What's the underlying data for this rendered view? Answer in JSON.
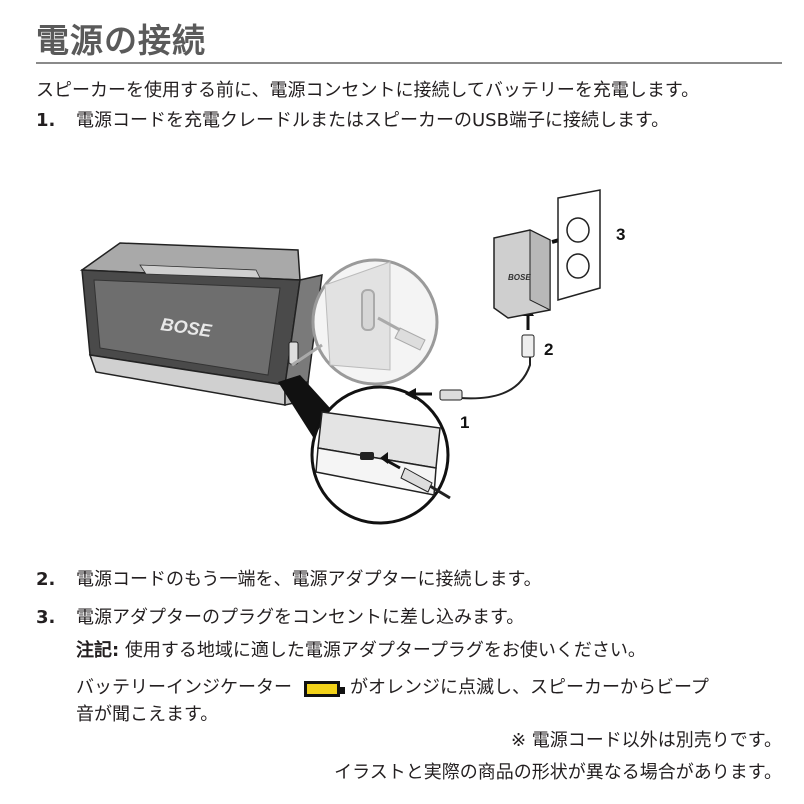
{
  "heading": "電源の接続",
  "intro": "スピーカーを使用する前に、電源コンセントに接続してバッテリーを充電します。",
  "steps": [
    {
      "num": "1.",
      "text": "電源コードを充電クレードルまたはスピーカーのUSB端子に接続します。"
    },
    {
      "num": "2.",
      "text": "電源コードのもう一端を、電源アダプターに接続します。"
    },
    {
      "num": "3.",
      "text": "電源アダプターのプラグをコンセントに差し込みます。"
    }
  ],
  "note": {
    "label": "注記:",
    "text": " 使用する地域に適した電源アダプタープラグをお使いください。"
  },
  "battery": {
    "before": "バッテリーインジケーター",
    "after_line1": "がオレンジに点滅し、スピーカーからビープ",
    "line2": "音が聞こえます。",
    "icon": "battery-indicator-icon",
    "icon_color": "#f2d21a"
  },
  "footnotes": [
    "※ 電源コード以外は別売りです。",
    "イラストと実際の商品の形状が異なる場合があります。"
  ],
  "illustration": {
    "brand": "BOSE",
    "callouts": [
      "1",
      "2",
      "3"
    ]
  }
}
